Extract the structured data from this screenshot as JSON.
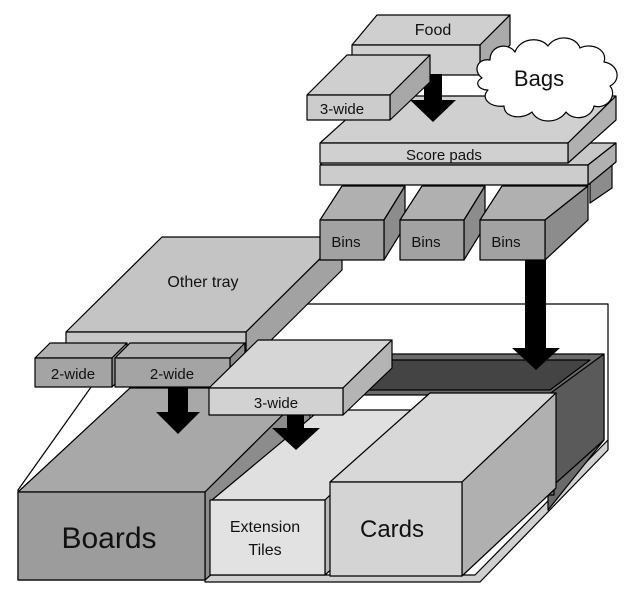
{
  "diagram": {
    "title": "Game box storage layout",
    "colors": {
      "light": "#d4d4d4",
      "lighter": "#e2e2e2",
      "mid": "#bdbdbd",
      "dark": "#a0a0a0",
      "darker": "#8a8a8a",
      "box_inner": "#444444",
      "box_side": "#5c5c5c",
      "arrow": "#000000",
      "cloud": "#ffffff"
    },
    "labels": {
      "food": "Food",
      "bags": "Bags",
      "three_wide_top": "3-wide",
      "score_pads": "Score pads",
      "bins_1": "Bins",
      "bins_2": "Bins",
      "bins_3": "Bins",
      "other_tray": "Other tray",
      "two_wide_1": "2-wide",
      "two_wide_2": "2-wide",
      "three_wide_mid": "3-wide",
      "boards": "Boards",
      "extension_line1": "Extension",
      "extension_line2": "Tiles",
      "cards": "Cards"
    }
  }
}
